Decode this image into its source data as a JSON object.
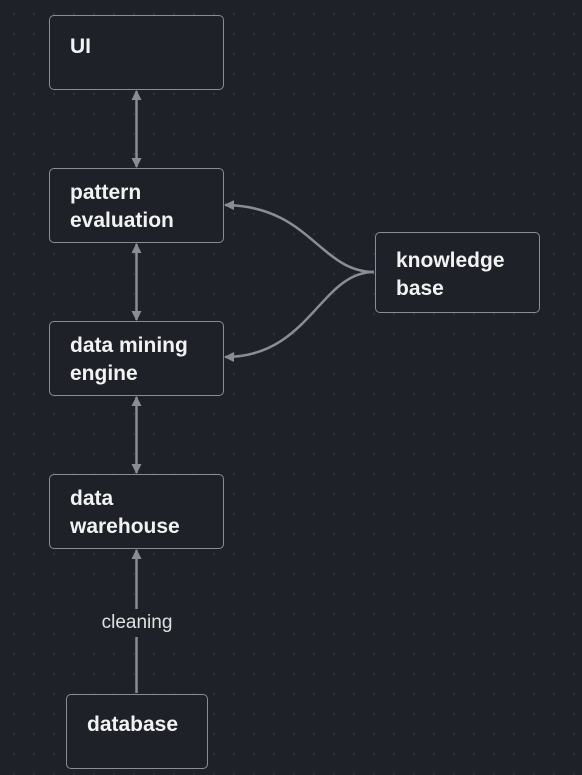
{
  "diagram": {
    "type": "flowchart",
    "colors": {
      "background": "#1e2128",
      "node_border": "#8a8d93",
      "edge": "#8a8d93",
      "text": "#f2f2f2"
    },
    "nodes": [
      {
        "id": "ui",
        "label": "UI"
      },
      {
        "id": "pattern",
        "label": "pattern evaluation"
      },
      {
        "id": "mining",
        "label": "data mining engine"
      },
      {
        "id": "warehouse",
        "label": "data warehouse"
      },
      {
        "id": "database",
        "label": "database"
      },
      {
        "id": "kb",
        "label": "knowledge base"
      }
    ],
    "edges": [
      {
        "from": "ui",
        "to": "pattern",
        "direction": "both"
      },
      {
        "from": "pattern",
        "to": "mining",
        "direction": "both"
      },
      {
        "from": "mining",
        "to": "warehouse",
        "direction": "both"
      },
      {
        "from": "database",
        "to": "warehouse",
        "direction": "forward",
        "label": "cleaning"
      },
      {
        "from": "kb",
        "to": "pattern",
        "direction": "forward"
      },
      {
        "from": "kb",
        "to": "mining",
        "direction": "forward"
      }
    ]
  },
  "labels": {
    "ui_line1": "UI",
    "pattern_line1": "pattern",
    "pattern_line2": "evaluation",
    "mining_line1": "data mining",
    "mining_line2": "engine",
    "warehouse_line1": "data",
    "warehouse_line2": "warehouse",
    "database_line1": "database",
    "kb_line1": "knowledge",
    "kb_line2": "base",
    "edge_cleaning": "cleaning"
  }
}
